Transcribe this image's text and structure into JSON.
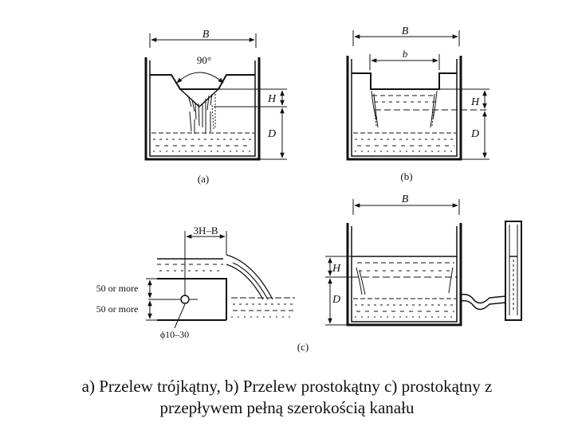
{
  "panel_a": {
    "width_label": "B",
    "angle_label": "90°",
    "head_label": "H",
    "depth_label": "D",
    "panel_label": "(a)"
  },
  "panel_b": {
    "width_label": "B",
    "crest_label": "b",
    "head_label": "H",
    "depth_label": "D",
    "panel_label": "(b)"
  },
  "panel_c": {
    "width_label": "B",
    "head_label": "H",
    "depth_label": "D",
    "distance_label": "3H–B",
    "upper_dim_label": "50 or more",
    "lower_dim_label": "50 or more",
    "diameter_label": "ϕ10–30",
    "panel_label": "(c)"
  },
  "caption": {
    "line1": "a) Przelew trójkątny, b) Przelew prostokątny c) prostokątny z",
    "line2": "przepływem pełną szerokością kanału"
  }
}
